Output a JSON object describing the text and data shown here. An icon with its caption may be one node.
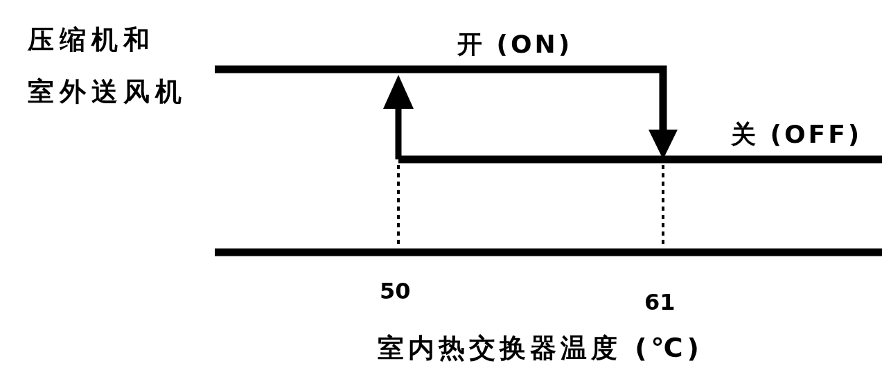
{
  "diagram": {
    "labels": [
      "压缩机和",
      "室外送风机",
      "开 (ON)",
      "关 (OFF)",
      "50",
      "61",
      "室内热交换器温度 (℃)"
    ]
  }
}
